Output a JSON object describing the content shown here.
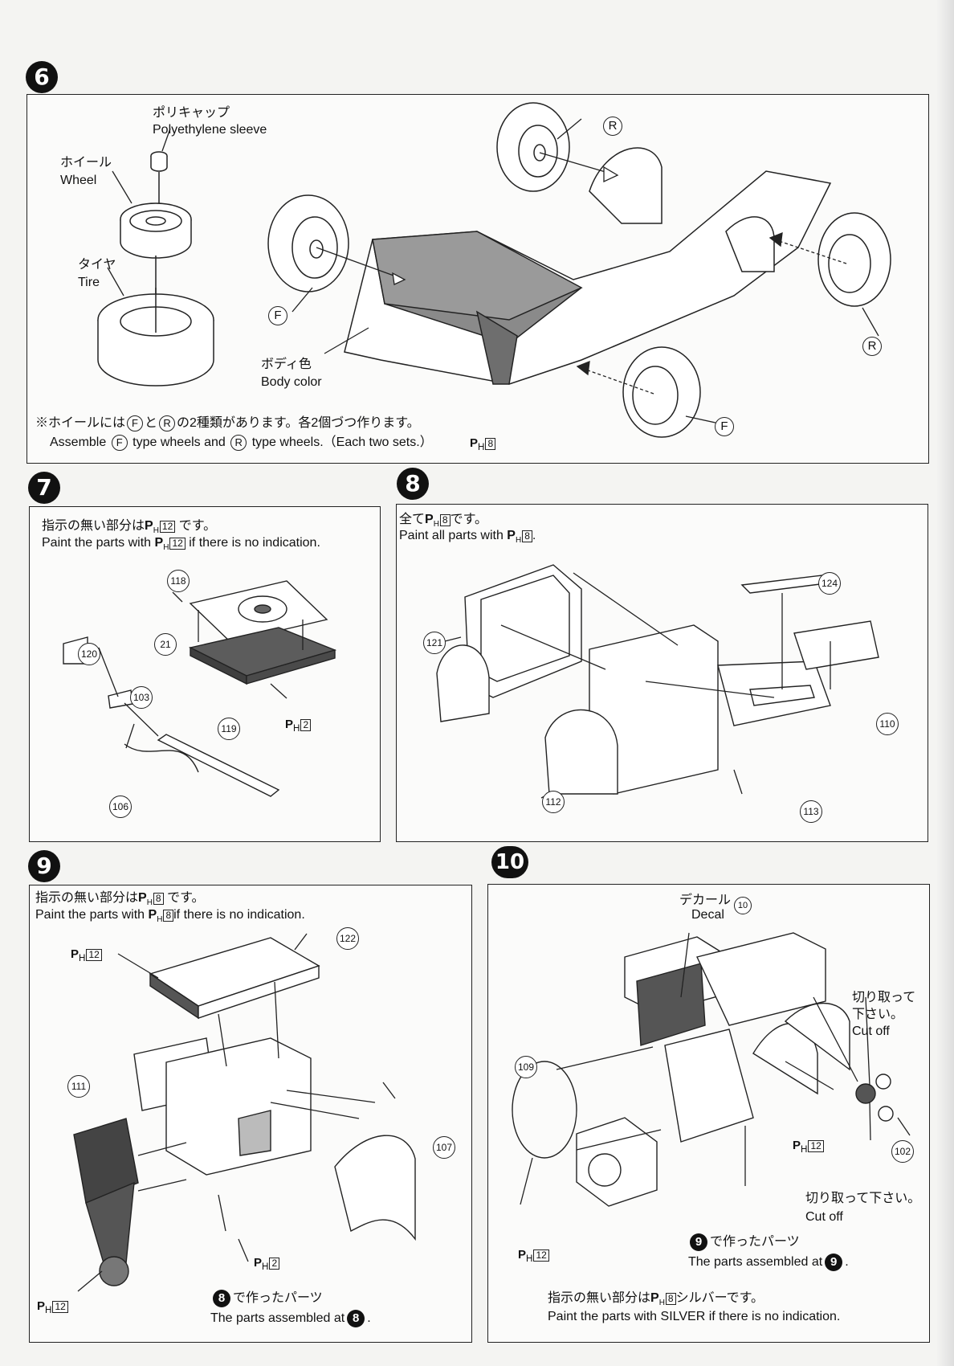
{
  "steps": {
    "s6": "6",
    "s7": "7",
    "s8": "8",
    "s9": "9",
    "s10": "10"
  },
  "step6": {
    "cap_jp": "ポリキャップ",
    "cap_en": "Polyethylene sleeve",
    "wheel_jp": "ホイール",
    "wheel_en": "Wheel",
    "tire_jp": "タイヤ",
    "tire_en": "Tire",
    "body_jp": "ボディ色",
    "body_en": "Body color",
    "note_jp_a": "※ホイールには",
    "note_jp_b": "と",
    "note_jp_c": "の2種類があります。各2個づつ作ります。",
    "note_en_a": "Assemble",
    "note_en_b": "type wheels and",
    "note_en_c": "type wheels.（Each two sets.）",
    "letter_f": "F",
    "letter_r": "R",
    "paint_prefix": "P",
    "paint_sub": "H",
    "paint_num": "8"
  },
  "step7": {
    "instr_jp_a": "指示の無い部分は",
    "instr_jp_b": "です。",
    "instr_en_a": "Paint the parts with",
    "instr_en_b": "if there is no indication.",
    "instr_num": "12",
    "paint_prefix": "P",
    "paint_sub": "H",
    "paint_part_num": "2",
    "parts": [
      "118",
      "21",
      "120",
      "103",
      "119",
      "106"
    ]
  },
  "step8": {
    "instr_jp_a": "全て",
    "instr_jp_b": "です。",
    "instr_en_a": "Paint all parts with",
    "instr_en_b": ".",
    "instr_num": "8",
    "paint_prefix": "P",
    "paint_sub": "H",
    "parts": [
      "124",
      "121",
      "110",
      "112",
      "113"
    ]
  },
  "step9": {
    "instr_jp_a": "指示の無い部分は",
    "instr_jp_b": "です。",
    "instr_en_a": "Paint the parts with",
    "instr_en_b": "if there is no indication.",
    "instr_num": "8",
    "paint_prefix": "P",
    "paint_sub": "H",
    "paint_a": "12",
    "paint_b": "2",
    "paint_c": "12",
    "parts": [
      "122",
      "111",
      "107"
    ],
    "from_jp": "で作ったパーツ",
    "from_en": "The parts assembled at",
    "from_step": "8",
    "from_en_end": "."
  },
  "step10": {
    "decal_jp": "デカール",
    "decal_en": "Decal",
    "decal_num": "10",
    "cut1_jp_a": "切り取って",
    "cut1_jp_b": "下さい。",
    "cut1_en": "Cut off",
    "cut2_jp": "切り取って下さい。",
    "cut2_en": "Cut off",
    "parts": [
      "109",
      "102"
    ],
    "paint_prefix": "P",
    "paint_sub": "H",
    "paint_a": "12",
    "paint_b": "12",
    "from_jp": "で作ったパーツ",
    "from_en": "The parts assembled at",
    "from_step": "9",
    "from_en_end": ".",
    "instr_jp_a": "指示の無い部分は",
    "instr_jp_num": "8",
    "instr_jp_b": "シルバーです。",
    "instr_en": "Paint the parts with SILVER if there is no indication."
  }
}
